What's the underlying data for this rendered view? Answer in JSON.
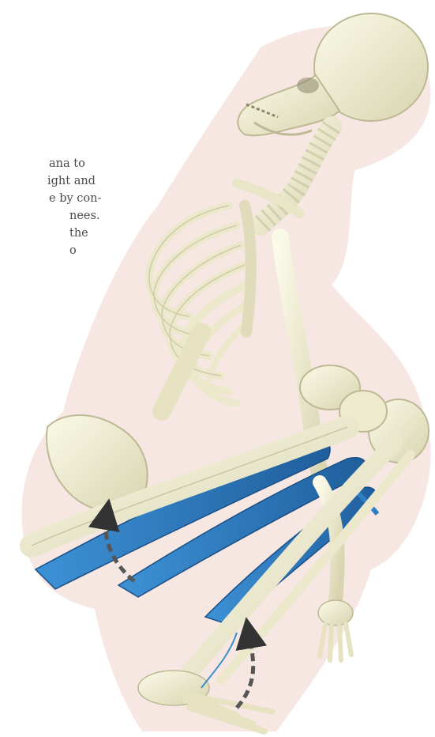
{
  "caption": {
    "lines": [
      "ana to",
      "ight and",
      "e by con-",
      "nees.",
      "the",
      "o"
    ]
  },
  "colors": {
    "bone": "#f1efd2",
    "bone_shadow": "#c9c6a6",
    "muscle": "#2f7fc4",
    "muscle_dark": "#1f5e9c",
    "body_silhouette": "#f3dcd6",
    "arrow": "#555555"
  }
}
